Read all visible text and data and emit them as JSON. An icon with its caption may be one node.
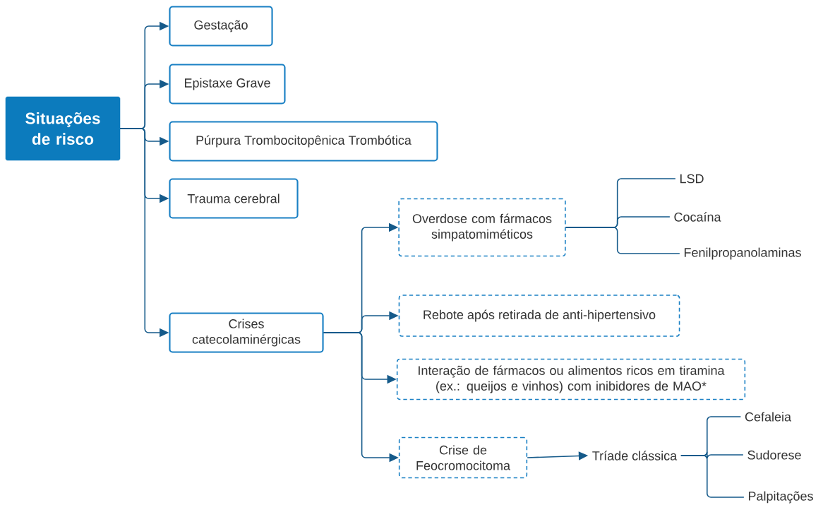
{
  "diagram": {
    "nodes": [
      {
        "text": [
          "Situações de risco"
        ]
      },
      {
        "text": [
          "Gestação"
        ]
      },
      {
        "text": [
          "Epistaxe Grave"
        ]
      },
      {
        "text": [
          "Púrpura Trombocitopênica Trombótica"
        ]
      },
      {
        "text": [
          "Trauma cerebral"
        ]
      },
      {
        "text": [
          "Crises catecolaminérgicas"
        ]
      },
      {
        "text": [
          "Overdose com fármacos simpatomiméticos"
        ]
      },
      {
        "text": [
          "LSD"
        ]
      },
      {
        "text": [
          "Cocaína"
        ]
      },
      {
        "text": [
          "Fenilpropanolaminas"
        ]
      },
      {
        "text": [
          "Rebote após retirada de anti-hipertensivo"
        ]
      },
      {
        "text": [
          "Interação de fármacos ou alimentos ricos em tiramina (ex.: queijos e vinhos) com inibidores de MAO*"
        ]
      },
      {
        "text": [
          "Crise de Feocromocitoma"
        ]
      },
      {
        "text": [
          "Tríade clássica"
        ]
      },
      {
        "text": [
          "Cefaleia"
        ]
      },
      {
        "text": [
          "Sudorese"
        ]
      },
      {
        "text": [
          "Palpitações"
        ]
      }
    ],
    "edges": [
      {
        "from": 0,
        "to": 1,
        "arrow": "to"
      },
      {
        "from": 0,
        "to": 2,
        "arrow": "to"
      },
      {
        "from": 0,
        "to": 3,
        "arrow": "to"
      },
      {
        "from": 0,
        "to": 4,
        "arrow": "to"
      },
      {
        "from": 0,
        "to": 5,
        "arrow": "to"
      },
      {
        "from": 5,
        "to": 6,
        "arrow": "to"
      },
      {
        "from": 5,
        "to": 10,
        "arrow": "to"
      },
      {
        "from": 5,
        "to": 11,
        "arrow": "to"
      },
      {
        "from": 5,
        "to": 12,
        "arrow": "to"
      },
      {
        "from": 6,
        "to": 7,
        "arrow": "none"
      },
      {
        "from": 6,
        "to": 8,
        "arrow": "none"
      },
      {
        "from": 6,
        "to": 9,
        "arrow": "none"
      },
      {
        "from": 12,
        "to": 13,
        "arrow": "to"
      },
      {
        "from": 13,
        "to": 14,
        "arrow": "none"
      },
      {
        "from": 13,
        "to": 15,
        "arrow": "none"
      },
      {
        "from": 13,
        "to": 16,
        "arrow": "none"
      }
    ]
  }
}
